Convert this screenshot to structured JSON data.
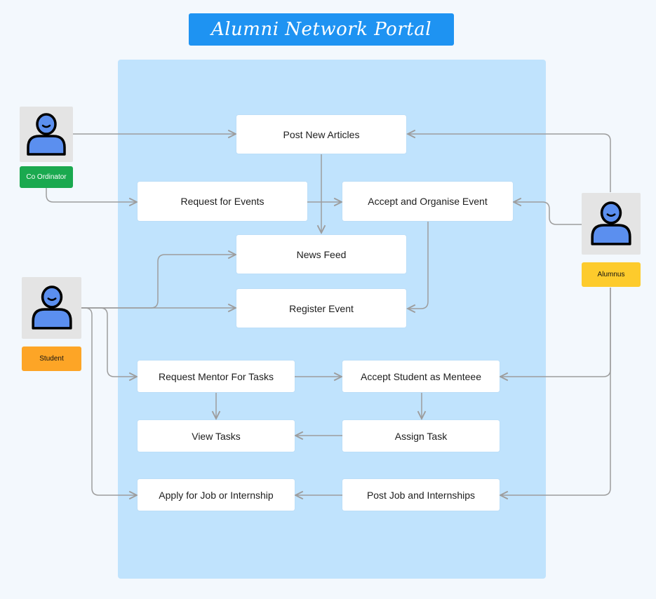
{
  "title": "Alumni Network Portal",
  "colors": {
    "title_bg": "#1e93f2",
    "panel_bg": "#c0e3fd",
    "coordinator_tag": "#1aa94f",
    "student_tag": "#fda526",
    "alumnus_tag": "#fdcb2c",
    "person_fill": "#5b8fef",
    "connector": "#9d9d9d"
  },
  "actors": {
    "coordinator": {
      "label": "Co Ordinator",
      "icon": "person-icon"
    },
    "student": {
      "label": "Student",
      "icon": "person-icon"
    },
    "alumnus": {
      "label": "Alumnus",
      "icon": "person-icon"
    }
  },
  "nodes": {
    "post_articles": "Post New Articles",
    "request_events": "Request for Events",
    "accept_event": "Accept and Organise Event",
    "news_feed": "News Feed",
    "register_event": "Register Event",
    "request_mentor": "Request Mentor For Tasks",
    "accept_mentee": "Accept Student as Menteee",
    "view_tasks": "View Tasks",
    "assign_task": "Assign Task",
    "apply_job": "Apply for Job or Internship",
    "post_job": "Post Job and Internships"
  }
}
